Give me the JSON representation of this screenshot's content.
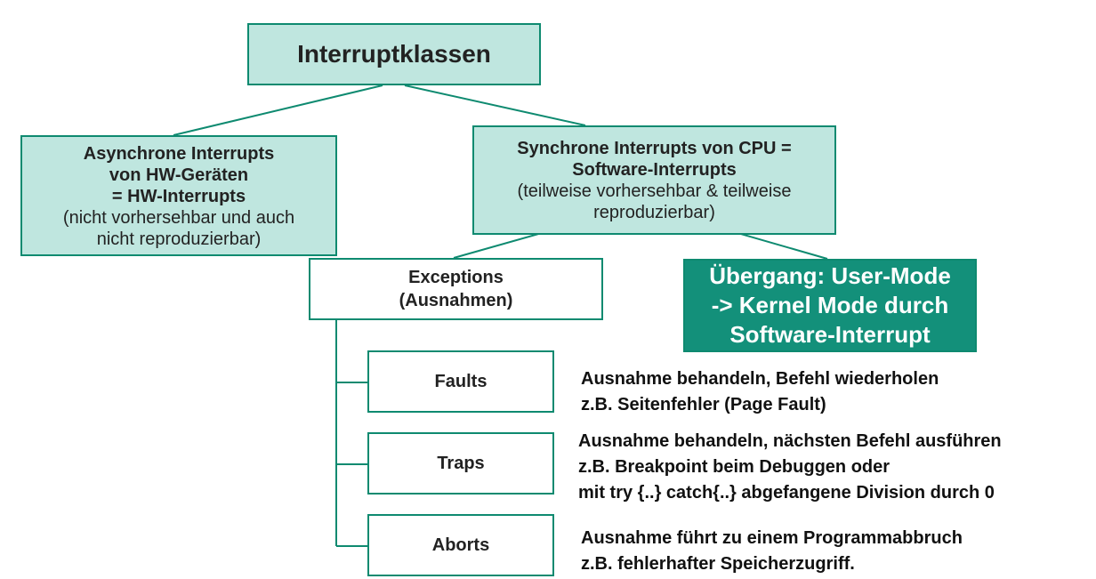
{
  "diagram": {
    "root": {
      "label": "Interruptklassen"
    },
    "async": {
      "title_lines": [
        "Asynchrone Interrupts",
        "von HW-Geräten",
        "= HW-Interrupts"
      ],
      "note_lines": [
        "(nicht vorhersehbar und auch",
        "nicht reproduzierbar)"
      ]
    },
    "sync": {
      "title_lines": [
        "Synchrone Interrupts von CPU =",
        "Software-Interrupts"
      ],
      "note_lines": [
        "(teilweise vorhersehbar & teilweise",
        "reproduzierbar)"
      ]
    },
    "exceptions": {
      "lines": [
        "Exceptions",
        "(Ausnahmen)"
      ]
    },
    "transition": {
      "lines": [
        "Übergang: User-Mode",
        "-> Kernel Mode durch",
        "Software-Interrupt"
      ]
    },
    "faults": {
      "label": "Faults",
      "desc": [
        "Ausnahme behandeln, Befehl wiederholen",
        "z.B. Seitenfehler (Page Fault)"
      ]
    },
    "traps": {
      "label": "Traps",
      "desc": [
        "Ausnahme behandeln, nächsten Befehl ausführen",
        "z.B. Breakpoint beim Debuggen oder",
        "mit try {..} catch{..} abgefangene Division durch 0"
      ]
    },
    "aborts": {
      "label": "Aborts",
      "desc": [
        "Ausnahme führt zu einem Programmabbruch",
        "z.B. fehlerhafter Speicherzugriff."
      ]
    }
  },
  "colors": {
    "box_fill": "#bfe6df",
    "box_border": "#0e8a70",
    "highlight_fill": "#13907a",
    "connector": "#0e8a70"
  }
}
